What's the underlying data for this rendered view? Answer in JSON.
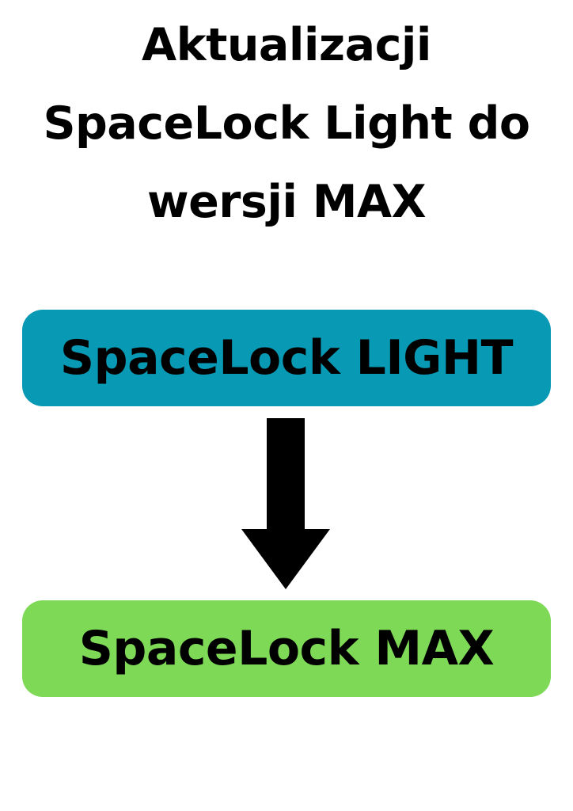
{
  "title": {
    "lines": [
      "Aktualizacji",
      "SpaceLock Light do",
      "wersji MAX"
    ]
  },
  "diagram": {
    "from_box": {
      "label": "SpaceLock LIGHT",
      "color": "#0899b4"
    },
    "to_box": {
      "label": "SpaceLock MAX",
      "color": "#7ed957"
    },
    "arrow": {
      "direction": "down",
      "icon": "arrow-down-icon",
      "color": "#000000"
    }
  }
}
